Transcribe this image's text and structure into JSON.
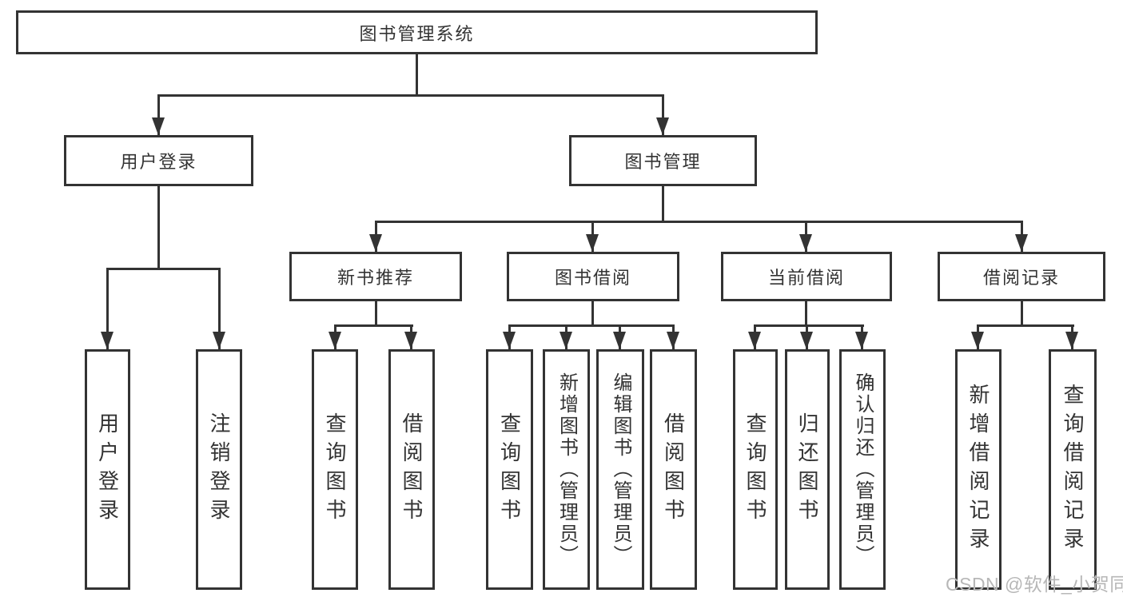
{
  "diagram": {
    "root": {
      "label": "图书管理系统"
    },
    "branches": [
      {
        "label": "用户登录",
        "children": [
          {
            "label": "用户登录"
          },
          {
            "label": "注销登录"
          }
        ]
      },
      {
        "label": "图书管理",
        "children": [
          {
            "label": "新书推荐",
            "children": [
              {
                "label": "查询图书"
              },
              {
                "label": "借阅图书"
              }
            ]
          },
          {
            "label": "图书借阅",
            "children": [
              {
                "label": "查询图书"
              },
              {
                "label": "新增图书（管理员）"
              },
              {
                "label": "编辑图书（管理员）"
              },
              {
                "label": "借阅图书"
              }
            ]
          },
          {
            "label": "当前借阅",
            "children": [
              {
                "label": "查询图书"
              },
              {
                "label": "归还图书"
              },
              {
                "label": "确认归还（管理员）"
              }
            ]
          },
          {
            "label": "借阅记录",
            "children": [
              {
                "label": "新增借阅记录"
              },
              {
                "label": "查询借阅记录"
              }
            ]
          }
        ]
      }
    ]
  },
  "watermark": {
    "text": "CSDN @软件_小贺同学"
  },
  "colors": {
    "line": "#333333",
    "text": "#333333",
    "background": "#ffffff",
    "watermark": "#b7b7b7"
  }
}
